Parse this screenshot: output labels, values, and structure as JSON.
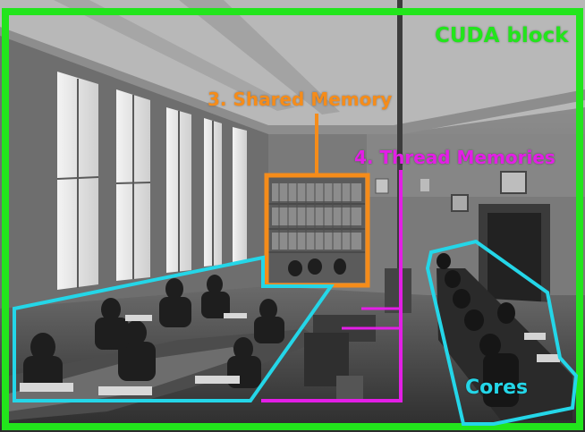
{
  "colors": {
    "cuda_block": "#22e51c",
    "shared_memory": "#f58c1a",
    "thread_memories": "#e31ee6",
    "cores": "#24d6e8"
  },
  "labels": {
    "cuda_block": "CUDA block",
    "shared_memory": "3. Shared Memory",
    "thread_memories": "4. Thread Memories",
    "cores": "Cores"
  }
}
